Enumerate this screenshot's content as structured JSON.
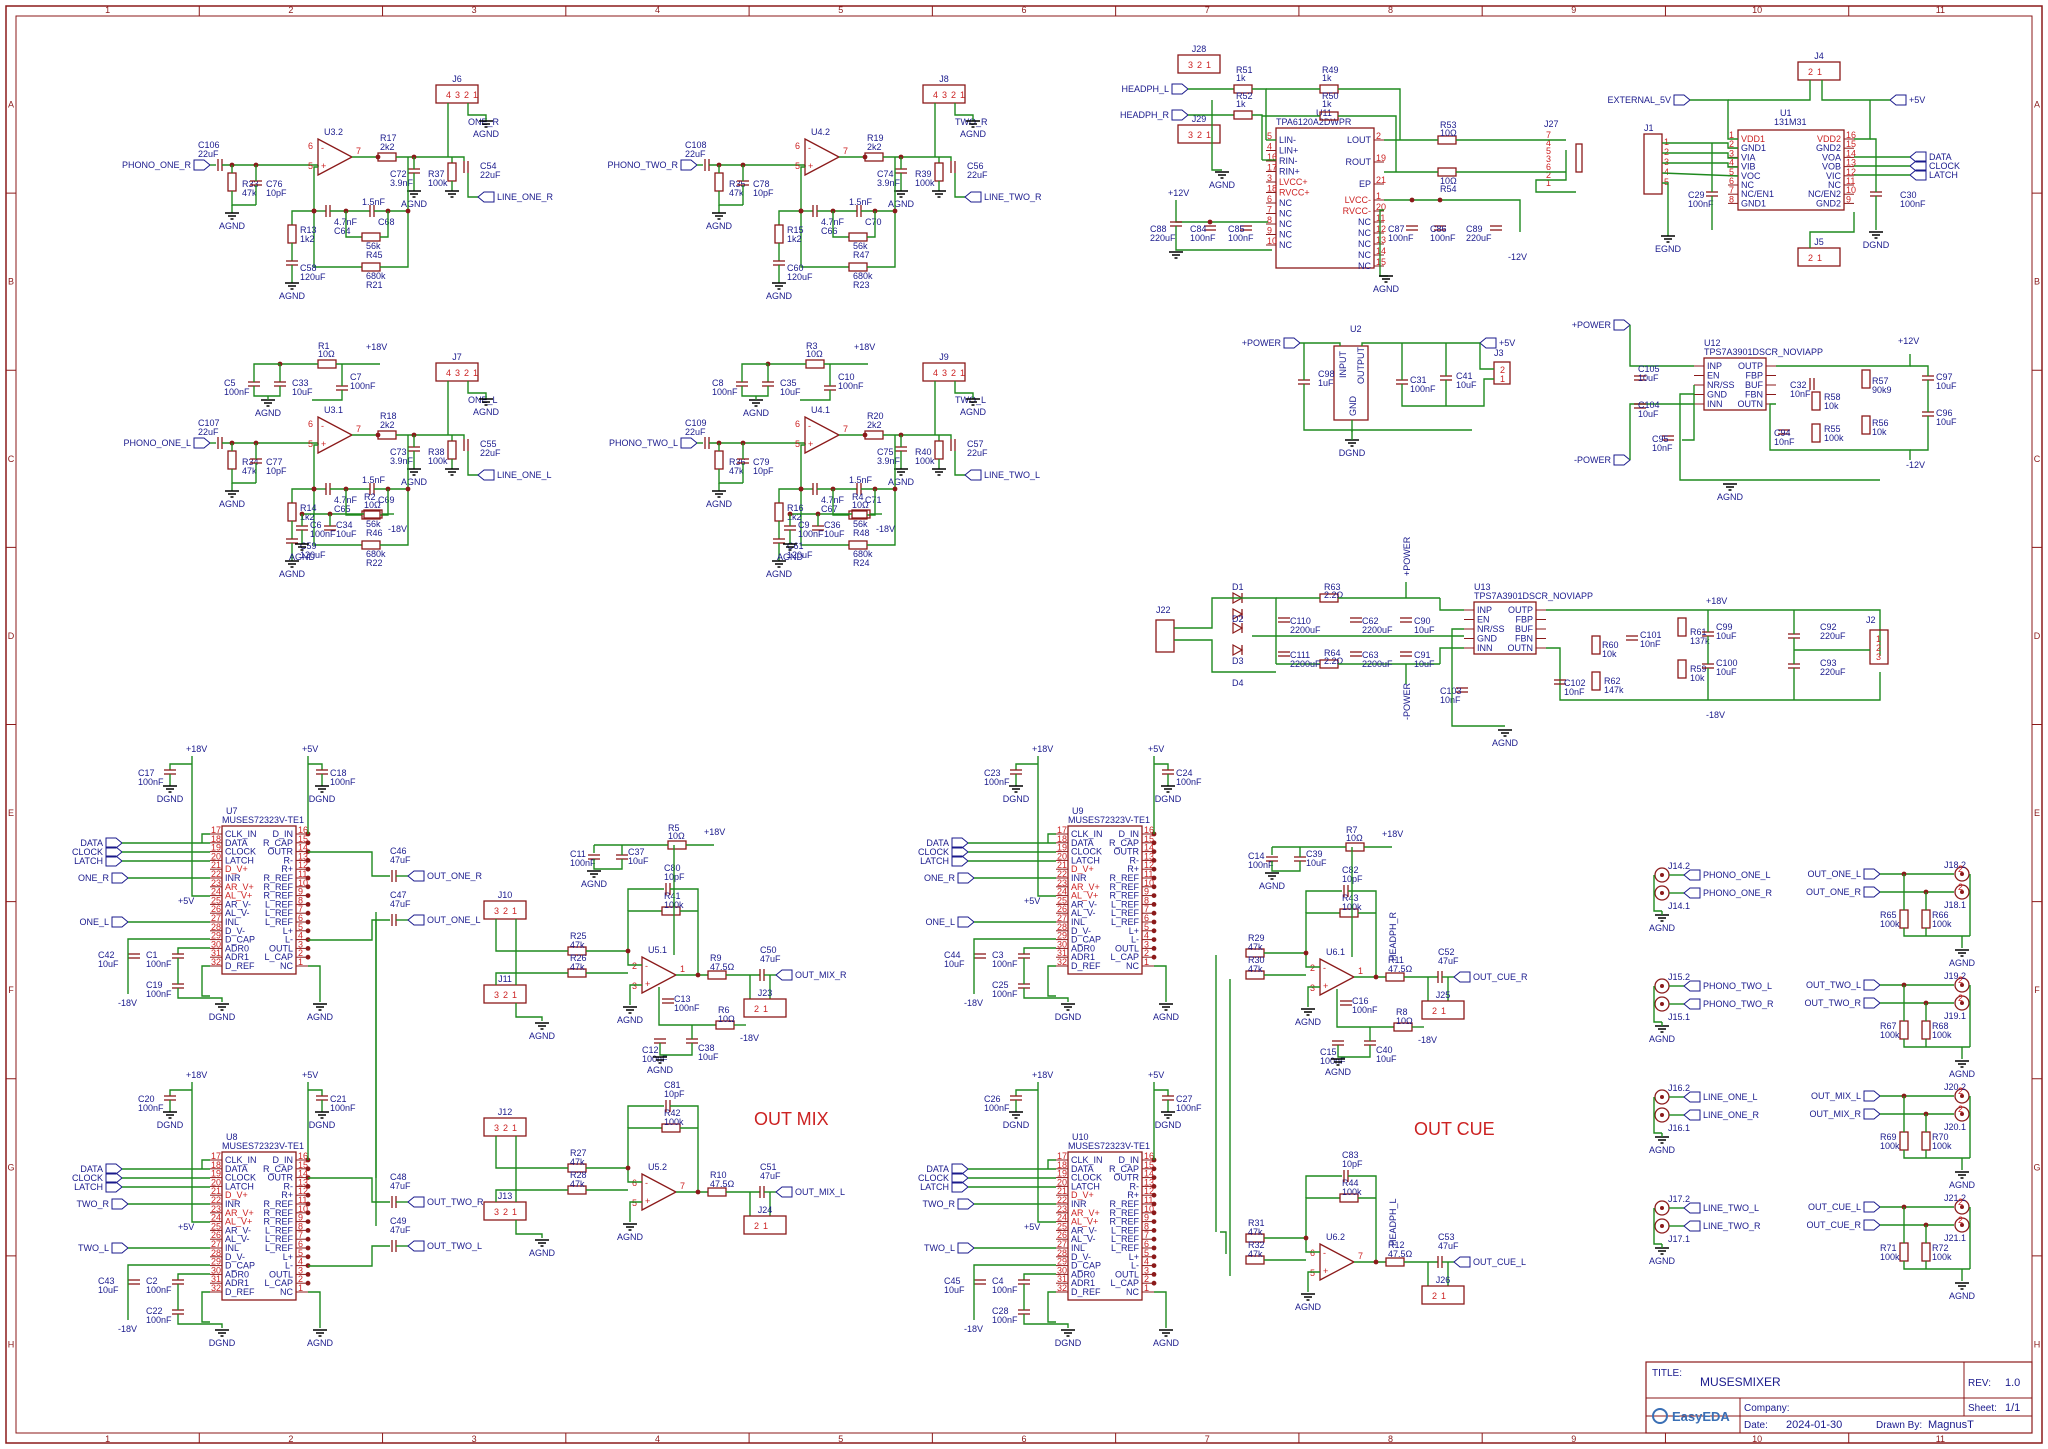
{
  "sheet": {
    "col_numbers": [
      "1",
      "2",
      "3",
      "4",
      "5",
      "6",
      "7",
      "8",
      "9",
      "10",
      "11"
    ],
    "row_letters": [
      "A",
      "B",
      "C",
      "D",
      "E",
      "F",
      "G",
      "H"
    ]
  },
  "section_labels": {
    "out_mix": "OUT MIX",
    "out_cue": "OUT CUE"
  },
  "title_block": {
    "title_label": "TITLE:",
    "title": "MUSESMIXER",
    "rev_label": "REV:",
    "rev": "1.0",
    "company_label": "Company:",
    "sheet_label": "Sheet:",
    "sheet": "1/1",
    "date_label": "Date:",
    "date": "2024-01-30",
    "drawn_label": "Drawn By:",
    "drawn": "MagnusT",
    "logo_text": "EasyEDA"
  },
  "preamps": [
    {
      "net": "PHONO_ONE_R",
      "cin": "C106",
      "cin_v": "22uF",
      "r_bias": "R33",
      "r_bias_v": "47k",
      "c_sh": "C76",
      "c_sh_v": "10pF",
      "op": "U3.2",
      "rout": "R17",
      "rout_v": "2k2",
      "cout": "C72",
      "cout_v": "3.9nF",
      "rlo": "R37",
      "rlo_v": "100k",
      "clo": "C54",
      "clo_v": "22uF",
      "jack": "J6",
      "jack_lbl": "ONE_R",
      "line": "LINE_ONE_R",
      "rg": "R13",
      "rg_v": "1k2",
      "cg": "C58",
      "cg_v": "120uF",
      "cf1": "C64",
      "cf1_v": "4.7nF",
      "cf2": "C68",
      "cf2_v": "1.5nF",
      "rf1": "R45",
      "rf1_v": "56k",
      "rf2": "R21",
      "rf2_v": "680k"
    },
    {
      "net": "PHONO_TWO_R",
      "cin": "C108",
      "cin_v": "22uF",
      "r_bias": "R35",
      "r_bias_v": "47k",
      "c_sh": "C78",
      "c_sh_v": "10pF",
      "op": "U4.2",
      "rout": "R19",
      "rout_v": "2k2",
      "cout": "C74",
      "cout_v": "3.9nF",
      "rlo": "R39",
      "rlo_v": "100k",
      "clo": "C56",
      "clo_v": "22uF",
      "jack": "J8",
      "jack_lbl": "TWO_R",
      "line": "LINE_TWO_R",
      "rg": "R15",
      "rg_v": "1k2",
      "cg": "C60",
      "cg_v": "120uF",
      "cf1": "C66",
      "cf1_v": "4.7nF",
      "cf2": "C70",
      "cf2_v": "1.5nF",
      "rf1": "R47",
      "rf1_v": "56k",
      "rf2": "R23",
      "rf2_v": "680k"
    },
    {
      "net": "PHONO_ONE_L",
      "cin": "C107",
      "cin_v": "22uF",
      "r_bias": "R34",
      "r_bias_v": "47k",
      "c_sh": "C77",
      "c_sh_v": "10pF",
      "op": "U3.1",
      "rout": "R18",
      "rout_v": "2k2",
      "cout": "C73",
      "cout_v": "3.9nF",
      "rlo": "R38",
      "rlo_v": "100k",
      "clo": "C55",
      "clo_v": "22uF",
      "jack": "J7",
      "jack_lbl": "ONE_L",
      "line": "LINE_ONE_L",
      "rg": "R14",
      "rg_v": "1k2",
      "cg": "C59",
      "cg_v": "120uF",
      "cf1": "C65",
      "cf1_v": "4.7nF",
      "cf2": "C69",
      "cf2_v": "1.5nF",
      "rf1": "R46",
      "rf1_v": "56k",
      "rf2": "R22",
      "rf2_v": "680k"
    },
    {
      "net": "PHONO_TWO_L",
      "cin": "C109",
      "cin_v": "22uF",
      "r_bias": "R36",
      "r_bias_v": "47k",
      "c_sh": "C79",
      "c_sh_v": "10pF",
      "op": "U4.1",
      "rout": "R20",
      "rout_v": "2k2",
      "cout": "C75",
      "cout_v": "3.9nF",
      "rlo": "R40",
      "rlo_v": "100k",
      "clo": "C57",
      "clo_v": "22uF",
      "jack": "J9",
      "jack_lbl": "TWO_L",
      "line": "LINE_TWO_L",
      "rg": "R16",
      "rg_v": "1k2",
      "cg": "C61",
      "cg_v": "120uF",
      "cf1": "C67",
      "cf1_v": "4.7nF",
      "cf2": "C71",
      "cf2_v": "1.5nF",
      "rf1": "R48",
      "rf1_v": "56k",
      "rf2": "R24",
      "rf2_v": "680k"
    }
  ],
  "supply_parts": {
    "p1": {
      "r": "R1",
      "r_v": "10Ω",
      "c5": "C5",
      "c5_v": "100nF",
      "c33": "C33",
      "c33_v": "10uF",
      "c7": "C7",
      "c7_v": "100nF",
      "r2": "R2",
      "r2_v": "10Ω",
      "c6": "C6",
      "c6_v": "100nF",
      "c34": "C34",
      "c34_v": "10uF"
    },
    "p2": {
      "r": "R3",
      "r_v": "10Ω",
      "c5": "C8",
      "c5_v": "100nF",
      "c33": "C35",
      "c33_v": "10uF",
      "c7": "C10",
      "c7_v": "100nF",
      "r2": "R4",
      "r2_v": "10Ω",
      "c6": "C9",
      "c6_v": "100nF",
      "c34": "C36",
      "c34_v": "10uF"
    }
  },
  "nets": {
    "agnd": "AGND",
    "dgnd": "DGND",
    "egnd": "EGND",
    "p18": "+18V",
    "m18": "-18V",
    "p5": "+5V",
    "p12": "+12V",
    "m12": "-12V",
    "power_p": "+POWER",
    "power_m": "-POWER",
    "data": "DATA",
    "clock": "CLOCK",
    "latch": "LATCH",
    "one_r": "ONE_R",
    "one_l": "ONE_L",
    "two_r": "TWO_R",
    "two_l": "TWO_L",
    "out_one_r": "OUT_ONE_R",
    "out_one_l": "OUT_ONE_L",
    "out_two_r": "OUT_TWO_R",
    "out_two_l": "OUT_TWO_L",
    "out_mix_r": "OUT_MIX_R",
    "out_mix_l": "OUT_MIX_L",
    "out_cue_r": "OUT_CUE_R",
    "out_cue_l": "OUT_CUE_L",
    "headph_l": "HEADPH_L",
    "headph_r": "HEADPH_R",
    "ext5": "EXTERNAL_5V",
    "phono_one_l": "PHONO_ONE_L",
    "phono_one_r": "PHONO_ONE_R",
    "phono_two_l": "PHONO_TWO_L",
    "phono_two_r": "PHONO_TWO_R",
    "line_one_l": "LINE_ONE_L",
    "line_one_r": "LINE_ONE_R",
    "line_two_l": "LINE_TWO_L",
    "line_two_r": "LINE_TWO_R"
  },
  "headphone": {
    "ic": "U11",
    "ic_v": "TPA6120A2DWPR",
    "j28": "J28",
    "j29": "J29",
    "j27": "J27",
    "r51": "R51",
    "r51_v": "1k",
    "r52": "R52",
    "r52_v": "1k",
    "r49": "R49",
    "r49_v": "1k",
    "r50": "R50",
    "r50_v": "1k",
    "r53": "R53",
    "r53_v": "10Ω",
    "r54": "R54",
    "r54_v": "10Ω",
    "c88": "C88",
    "c88_v": "220uF",
    "c84": "C84",
    "c84_v": "100nF",
    "c85": "C85",
    "c85_v": "100nF",
    "c87": "C87",
    "c87_v": "100nF",
    "c86": "C86",
    "c86_v": "100nF",
    "c89": "C89",
    "c89_v": "220uF",
    "pins_left": [
      "LIN-",
      "LIN+",
      "RIN-",
      "RIN+",
      "LVCC+",
      "RVCC+",
      "NC",
      "NC",
      "NC",
      "NC",
      "NC"
    ],
    "pins_left_n": [
      "5",
      "4",
      "16",
      "17",
      "3",
      "18",
      "6",
      "7",
      "8",
      "9",
      "10"
    ],
    "pins_right": [
      "LOUT",
      "ROUT",
      "EP",
      "LVCC-",
      "RVCC-",
      "NC",
      "NC",
      "NC",
      "NC",
      "NC"
    ],
    "pins_right_n": [
      "2",
      "19",
      "21",
      "1",
      "20",
      "11",
      "12",
      "13",
      "14",
      "15"
    ]
  },
  "isolator": {
    "ic": "U1",
    "ic_v": "131M31",
    "j4": "J4",
    "j1": "J1",
    "j5": "J5",
    "c29": "C29",
    "c29_v": "100nF",
    "c30": "C30",
    "c30_v": "100nF",
    "pins_left": [
      "VDD1",
      "GND1",
      "VIA",
      "VIB",
      "VOC",
      "NC",
      "NC/EN1",
      "GND1"
    ],
    "pins_left_n": [
      "1",
      "2",
      "3",
      "4",
      "5",
      "6",
      "7",
      "8"
    ],
    "pins_right": [
      "VDD2",
      "GND2",
      "VOA",
      "VOB",
      "VIC",
      "NC",
      "NC/EN2",
      "GND2"
    ],
    "pins_right_n": [
      "16",
      "15",
      "14",
      "13",
      "12",
      "11",
      "10",
      "9"
    ]
  },
  "reg5v": {
    "ic": "U2",
    "in": "INPUT",
    "out": "OUTPUT",
    "gnd": "GND",
    "c98": "C98",
    "c98_v": "1uF",
    "c31": "C31",
    "c31_v": "100nF",
    "c41": "C41",
    "c41_v": "10uF",
    "j3": "J3"
  },
  "reg12v": {
    "ic": "U12",
    "ic_v": "TPS7A3901DSCR_NOVIAPP",
    "c105": "C105",
    "c105_v": "10uF",
    "c104": "C104",
    "c104_v": "10uF",
    "c95": "C95",
    "c95_v": "10nF",
    "c32": "C32",
    "c32_v": "10nF",
    "r57": "R57",
    "r57_v": "90k9",
    "r58": "R58",
    "r58_v": "10k",
    "c94": "C94",
    "c94_v": "10nF",
    "r55": "R55",
    "r55_v": "100k",
    "r56": "R56",
    "r56_v": "10k",
    "c97": "C97",
    "c97_v": "10uF",
    "c96": "C96",
    "c96_v": "10uF",
    "pins_left": [
      "INP",
      "EN",
      "NR/SS",
      "GND",
      "INN"
    ],
    "pins_right": [
      "OUTP",
      "FBP",
      "BUF",
      "FBN",
      "OUTN"
    ]
  },
  "reg18v": {
    "ic": "U13",
    "ic_v": "TPS7A3901DSCR_NOVIAPP",
    "j22": "J22",
    "j2": "J2",
    "d1": "D1",
    "d2": "D2",
    "d3": "D3",
    "d4": "D4",
    "r63": "R63",
    "r63_v": "2.2Ω",
    "r64": "R64",
    "r64_v": "2.2Ω",
    "c110": "C110",
    "c110_v": "2200uF",
    "c111": "C111",
    "c111_v": "2200uF",
    "c62": "C62",
    "c62_v": "2200uF",
    "c63": "C63",
    "c63_v": "2200uF",
    "c90": "C90",
    "c90_v": "10uF",
    "c91": "C91",
    "c91_v": "10uF",
    "c103": "C103",
    "c103_v": "10nF",
    "c101": "C101",
    "c101_v": "10nF",
    "r61": "R61",
    "r61_v": "137k",
    "r60": "R60",
    "r60_v": "10k",
    "c102": "C102",
    "c102_v": "10nF",
    "r62": "R62",
    "r62_v": "147k",
    "r59": "R59",
    "r59_v": "10k",
    "c99": "C99",
    "c99_v": "10uF",
    "c100": "C100",
    "c100_v": "10uF",
    "c92": "C92",
    "c92_v": "220uF",
    "c93": "C93",
    "c93_v": "220uF",
    "pins_left": [
      "INP",
      "EN",
      "NR/SS",
      "GND",
      "INN"
    ],
    "pins_right": [
      "OUTP",
      "FBP",
      "BUF",
      "FBN",
      "OUTN"
    ]
  },
  "muses": [
    {
      "ic": "U7",
      "ic_v": "MUSES72323V-TE1",
      "in_r": "ONE_R",
      "in_l": "ONE_L",
      "out_r": "OUT_ONE_R",
      "out_l": "OUT_ONE_L",
      "c1": "C17",
      "c2": "C18",
      "c3": "C1",
      "c4": "C19",
      "c5": "C42",
      "c6": "C46",
      "c7": "C47"
    },
    {
      "ic": "U8",
      "ic_v": "MUSES72323V-TE1",
      "in_r": "TWO_R",
      "in_l": "TWO_L",
      "out_r": "OUT_TWO_R",
      "out_l": "OUT_TWO_L",
      "c1": "C20",
      "c2": "C21",
      "c3": "C2",
      "c4": "C22",
      "c5": "C43",
      "c6": "C48",
      "c7": "C49"
    },
    {
      "ic": "U9",
      "ic_v": "MUSES72323V-TE1",
      "in_r": "ONE_R",
      "in_l": "ONE_L",
      "c1": "C23",
      "c2": "C24",
      "c3": "C3",
      "c4": "C25",
      "c5": "C44"
    },
    {
      "ic": "U10",
      "ic_v": "MUSES72323V-TE1",
      "in_r": "TWO_R",
      "in_l": "TWO_L",
      "c1": "C26",
      "c2": "C27",
      "c3": "C4",
      "c4": "C28",
      "c5": "C45"
    }
  ],
  "muses_pins_left": [
    "CLK_IN",
    "DATA",
    "CLOCK",
    "LATCH",
    "D_V+",
    "INR",
    "AR_V+",
    "AL_V+",
    "AR_V-",
    "AL_V-",
    "INL",
    "D_V-",
    "D_CAP",
    "ADR0",
    "ADR1",
    "D_REF"
  ],
  "muses_pins_left_n": [
    "17",
    "18",
    "19",
    "20",
    "21",
    "22",
    "23",
    "24",
    "25",
    "26",
    "27",
    "28",
    "29",
    "30",
    "31",
    "32"
  ],
  "muses_pins_right": [
    "D_IN",
    "R_CAP",
    "OUTR",
    "R-",
    "R+",
    "R_REF",
    "R_REF",
    "R_REF",
    "L_REF",
    "L_REF",
    "L_REF",
    "L+",
    "L-",
    "OUTL",
    "L_CAP",
    "NC"
  ],
  "muses_pins_right_n": [
    "16",
    "15",
    "14",
    "13",
    "12",
    "11",
    "10",
    "9",
    "8",
    "7",
    "6",
    "5",
    "4",
    "3",
    "2",
    "1"
  ],
  "misc_values": {
    "c100n": "100nF",
    "c10u": "10uF",
    "c47u": "47uF",
    "r47k": "47k",
    "r100k": "100k",
    "r10": "10Ω",
    "r475": "47.5Ω",
    "c10p": "10pF"
  },
  "summers": [
    {
      "op": "U5.1",
      "ra": "R25",
      "rb": "R26",
      "rf": "R41",
      "cf": "C80",
      "ro": "R9",
      "co": "C50",
      "jin": "J10",
      "jin2": "J11",
      "jout": "J23",
      "r5": "R5",
      "c11": "C11",
      "c37": "C37",
      "c13": "C13",
      "r6": "R6",
      "c12": "C12",
      "c38": "C38",
      "out": "OUT_MIX_R"
    },
    {
      "op": "U5.2",
      "ra": "R27",
      "rb": "R28",
      "rf": "R42",
      "cf": "C81",
      "ro": "R10",
      "co": "C51",
      "jin": "J12",
      "jin2": "J13",
      "jout": "J24",
      "out": "OUT_MIX_L"
    },
    {
      "op": "U6.1",
      "ra": "R29",
      "rb": "R30",
      "rf": "R43",
      "cf": "C82",
      "ro": "R11",
      "co": "C52",
      "jout": "J25",
      "r5": "R7",
      "c11": "C14",
      "c37": "C39",
      "c13": "C16",
      "r6": "R8",
      "c12": "C15",
      "c38": "C40",
      "out": "OUT_CUE_R",
      "hp": "HEADPH_R"
    },
    {
      "op": "U6.2",
      "ra": "R31",
      "rb": "R32",
      "rf": "R44",
      "cf": "C83",
      "ro": "R12",
      "co": "C53",
      "jout": "J26",
      "out": "OUT_CUE_L",
      "hp": "HEADPH_L"
    }
  ],
  "connectors": [
    {
      "a": "J14.2",
      "b": "J14.1",
      "n1": "PHONO_ONE_L",
      "n2": "PHONO_ONE_R"
    },
    {
      "a": "J15.2",
      "b": "J15.1",
      "n1": "PHONO_TWO_L",
      "n2": "PHONO_TWO_R"
    },
    {
      "a": "J16.2",
      "b": "J16.1",
      "n1": "LINE_ONE_L",
      "n2": "LINE_ONE_R"
    },
    {
      "a": "J17.2",
      "b": "J17.1",
      "n1": "LINE_TWO_L",
      "n2": "LINE_TWO_R"
    }
  ],
  "out_connectors": [
    {
      "a": "J18.2",
      "b": "J18.1",
      "n1": "OUT_ONE_L",
      "n2": "OUT_ONE_R",
      "r1": "R65",
      "r2": "R66"
    },
    {
      "a": "J19.2",
      "b": "J19.1",
      "n1": "OUT_TWO_L",
      "n2": "OUT_TWO_R",
      "r1": "R67",
      "r2": "R68"
    },
    {
      "a": "J20.2",
      "b": "J20.1",
      "n1": "OUT_MIX_L",
      "n2": "OUT_MIX_R",
      "r1": "R69",
      "r2": "R70"
    },
    {
      "a": "J21.2",
      "b": "J21.1",
      "n1": "OUT_CUE_L",
      "n2": "OUT_CUE_R",
      "r1": "R71",
      "r2": "R72"
    }
  ]
}
